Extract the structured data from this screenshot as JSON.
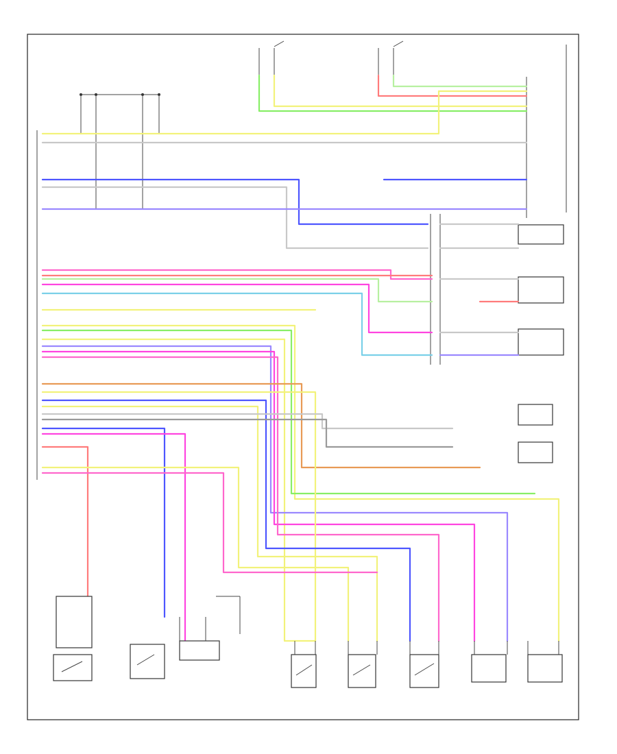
{
  "diagram": {
    "footer_text": "",
    "colors": {
      "white": "#c8c8c8",
      "blue": "#4d55ff",
      "pink": "#ff66cc",
      "magenta": "#ff44e0",
      "yellow": "#f2f27a",
      "green": "#88ee66",
      "lightgreen": "#b7f0a0",
      "violet": "#9a88ff",
      "red": "#ff7b7b",
      "orange": "#e89a55",
      "cyan": "#7ad0e8",
      "gray": "#9a9a9a",
      "darkgreen": "#33aa55"
    },
    "components": [
      "left-connector",
      "right-module",
      "bottom-sensor-1",
      "bottom-sensor-2",
      "bottom-sensor-3",
      "bottom-sensor-4",
      "bottom-sensor-5",
      "bottom-sensor-6",
      "bottom-sensor-7",
      "bottom-sensor-8",
      "bottom-sensor-9"
    ]
  }
}
